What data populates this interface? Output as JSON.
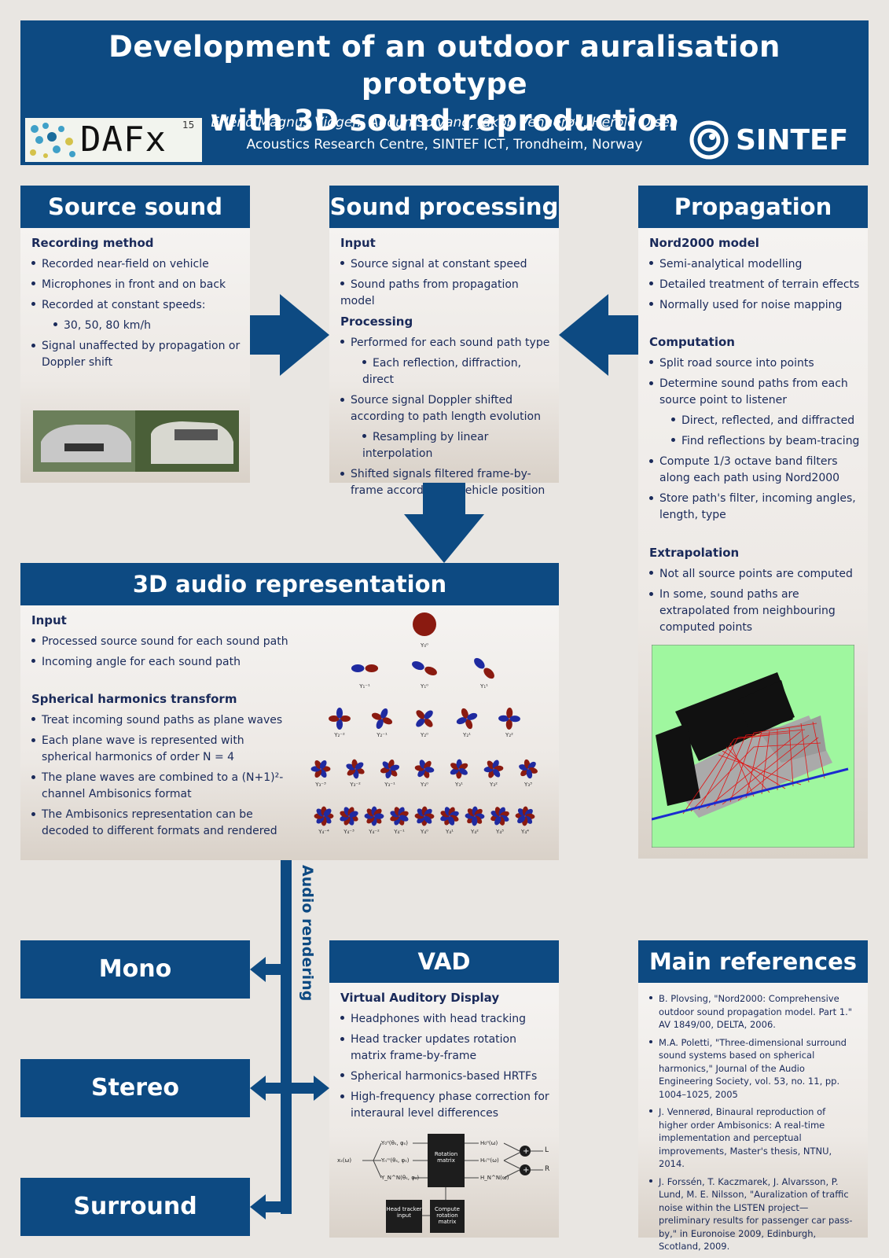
{
  "header": {
    "title_line1": "Development of an outdoor auralisation prototype",
    "title_line2": "with 3D sound reproduction",
    "authors": "Erlend Magnus Viggen, Audun Solvang, Jakob Vennerød, Herold Olsen",
    "affiliation": "Acoustics Research Centre, SINTEF ICT, Trondheim, Norway",
    "dafx_logo_text": "DAFx",
    "dafx_year": "15",
    "sintef_logo_text": "SINTEF"
  },
  "source": {
    "title": "Source sound",
    "sub1": "Recording method",
    "items": [
      "Recorded near-field on vehicle",
      "Microphones in front and on back",
      "Recorded at constant speeds:"
    ],
    "subitem": "30, 50, 80 km/h",
    "last_item": "Signal unaffected by propagation or Doppler shift"
  },
  "processing": {
    "title": "Sound processing",
    "sub1": "Input",
    "input_items": [
      "Source signal at constant speed",
      "Sound paths from propagation model"
    ],
    "sub2": "Processing",
    "item1": "Performed for each sound path type",
    "item1_sub": "Each reflection, diffraction, direct",
    "item2": "Source signal Doppler shifted according to path length evolution",
    "item2_sub": "Resampling by linear interpolation",
    "item3": "Shifted signals filtered frame-by-frame according to vehicle position"
  },
  "propagation": {
    "title": "Propagation",
    "sub1": "Nord2000 model",
    "model_items": [
      "Semi-analytical modelling",
      "Detailed treatment of terrain effects",
      "Normally used for noise mapping"
    ],
    "sub2": "Computation",
    "comp1": "Split road source into points",
    "comp2": "Determine sound paths from each source point to listener",
    "comp2_subs": [
      "Direct, reflected, and diffracted",
      "Find reflections by beam-tracing"
    ],
    "comp3": "Compute 1/3 octave band filters along each path using Nord2000",
    "comp4": "Store path's filter, incoming angles, length, type",
    "sub3": "Extrapolation",
    "extra1": "Not all source points are computed",
    "extra2": "In some, sound paths are extrapolated from neighbouring computed points"
  },
  "audio3d": {
    "title": "3D audio representation",
    "sub1": "Input",
    "input_items": [
      "Processed source sound for each sound path",
      "Incoming angle for each sound path"
    ],
    "sub2": "Spherical harmonics transform",
    "sht1": "Treat incoming sound paths as plane waves",
    "sht2": "Each plane wave is represented with spherical harmonics of order N = 4",
    "sht3": "The plane waves are combined to a (N+1)²-channel Ambisonics format",
    "sht4": "The Ambisonics representation can be decoded to different formats and rendered",
    "sh_labels": {
      "row0": [
        "Y₀⁰"
      ],
      "row1": [
        "Y₁⁻¹",
        "Y₁⁰",
        "Y₁¹"
      ],
      "row2": [
        "Y₂⁻²",
        "Y₂⁻¹",
        "Y₂⁰",
        "Y₂¹",
        "Y₂²"
      ],
      "row3": [
        "Y₃⁻³",
        "Y₃⁻²",
        "Y₃⁻¹",
        "Y₃⁰",
        "Y₃¹",
        "Y₃²",
        "Y₃³"
      ],
      "row4": [
        "Y₄⁻⁴",
        "Y₄⁻³",
        "Y₄⁻²",
        "Y₄⁻¹",
        "Y₄⁰",
        "Y₄¹",
        "Y₄²",
        "Y₄³",
        "Y₄⁴"
      ]
    }
  },
  "rendering": {
    "label": "Audio rendering",
    "outputs": [
      "Mono",
      "Stereo",
      "Surround"
    ]
  },
  "vad": {
    "title": "VAD",
    "sub1": "Virtual Auditory Display",
    "items": [
      "Headphones with head tracking",
      "Head tracker updates rotation matrix frame-by-frame",
      "Spherical harmonics-based HRTFs",
      "High-frequency phase correction for interaural level differences"
    ],
    "diagram": {
      "input": "xₛ(ω)",
      "y_top": "Y₀⁰(θₛ, φₛ)",
      "y_mid": "Yₙᵐ(θₛ, φₛ)",
      "y_bot": "Y_N^N(θₛ, φₛ)",
      "rotation": "Rotation matrix",
      "h_top": "H₀⁰(ω)",
      "h_mid": "Hₙᵐ(ω)",
      "h_bot": "H_N^N(ω)",
      "out_l": "L",
      "out_r": "R",
      "head_tracker": "Head tracker input",
      "compute": "Compute rotation matrix"
    }
  },
  "references": {
    "title": "Main references",
    "items": [
      "B. Plovsing, \"Nord2000: Comprehensive outdoor sound propagation model. Part 1.\" AV 1849/00, DELTA, 2006.",
      "M.A. Poletti, \"Three-dimensional surround sound systems based on spherical harmonics,\" Journal of the Audio Engineering Society, vol. 53, no. 11, pp. 1004–1025, 2005",
      "J. Vennerød, Binaural reproduction of higher order Ambisonics: A real-time implementation and perceptual improvements, Master's thesis, NTNU, 2014.",
      "J. Forssén, T. Kaczmarek, J. Alvarsson, P. Lund, M. E. Nilsson, \"Auralization of traffic noise within the LISTEN project—preliminary results for passenger car pass-by,\" in Euronoise 2009, Edinburgh, Scotland, 2009."
    ]
  },
  "colors": {
    "brand_blue": "#0d4a82",
    "lobe_red": "#8a1a10",
    "lobe_blue": "#1f2aa0",
    "propagation_ground": "#9ff79f"
  }
}
